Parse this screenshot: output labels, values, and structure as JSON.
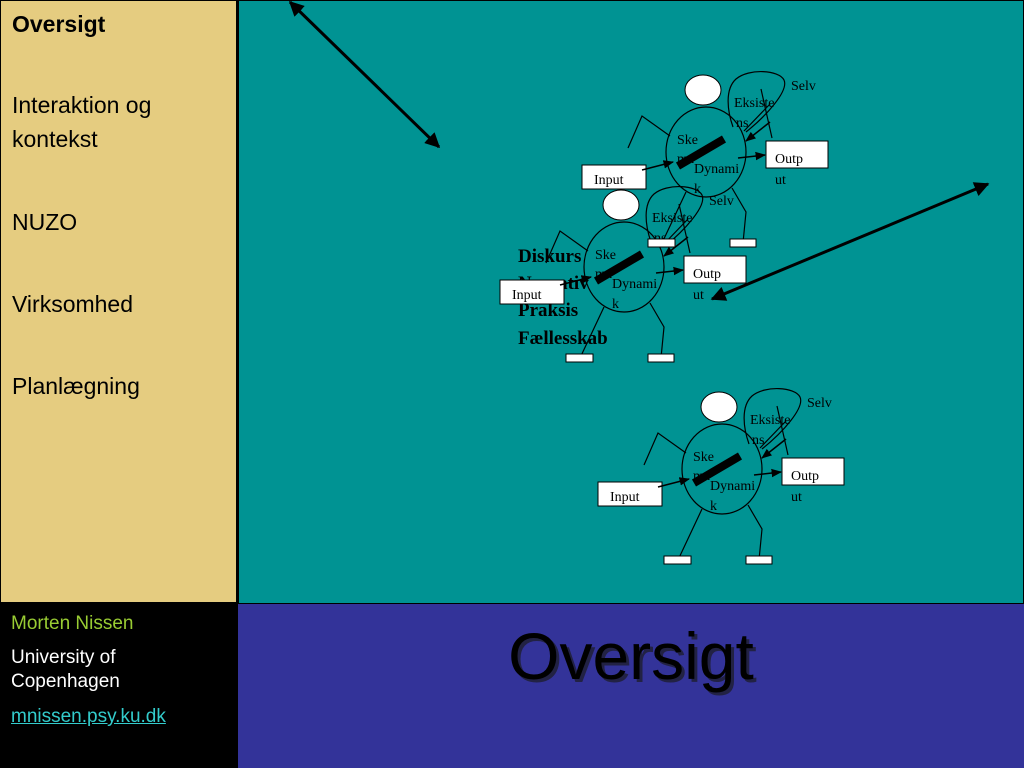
{
  "sidebar": {
    "heading": "Oversigt",
    "items": [
      {
        "line1": "Interaktion og",
        "line2": "kontekst"
      },
      {
        "line1": "NUZO"
      },
      {
        "line1": "Virksomhed"
      },
      {
        "line1": "Planlægning"
      }
    ]
  },
  "footer": {
    "author": "Morten Nissen",
    "institution_line1": "University of",
    "institution_line2": "Copenhagen",
    "link": "mnissen.psy.ku.dk"
  },
  "title": "Oversigt",
  "diagram": {
    "themes": [
      "Diskurs",
      "Narrativ",
      "Praksis",
      "Fællesskab"
    ],
    "figure_labels": {
      "self": "Selv",
      "existence_a": "Eksiste",
      "existence_b": "ns",
      "schema_a": "Ske",
      "schema_b": "ma",
      "dynamics_a": "Dynami",
      "dynamics_b": "k",
      "input": "Input",
      "output_a": "Outp",
      "output_b": "ut"
    }
  },
  "colors": {
    "sidebar_bg": "#E5CC80",
    "canvas_bg": "#009393",
    "footer_bg": "#333399",
    "author_color": "#99CC33",
    "link_color": "#33CCCC"
  }
}
